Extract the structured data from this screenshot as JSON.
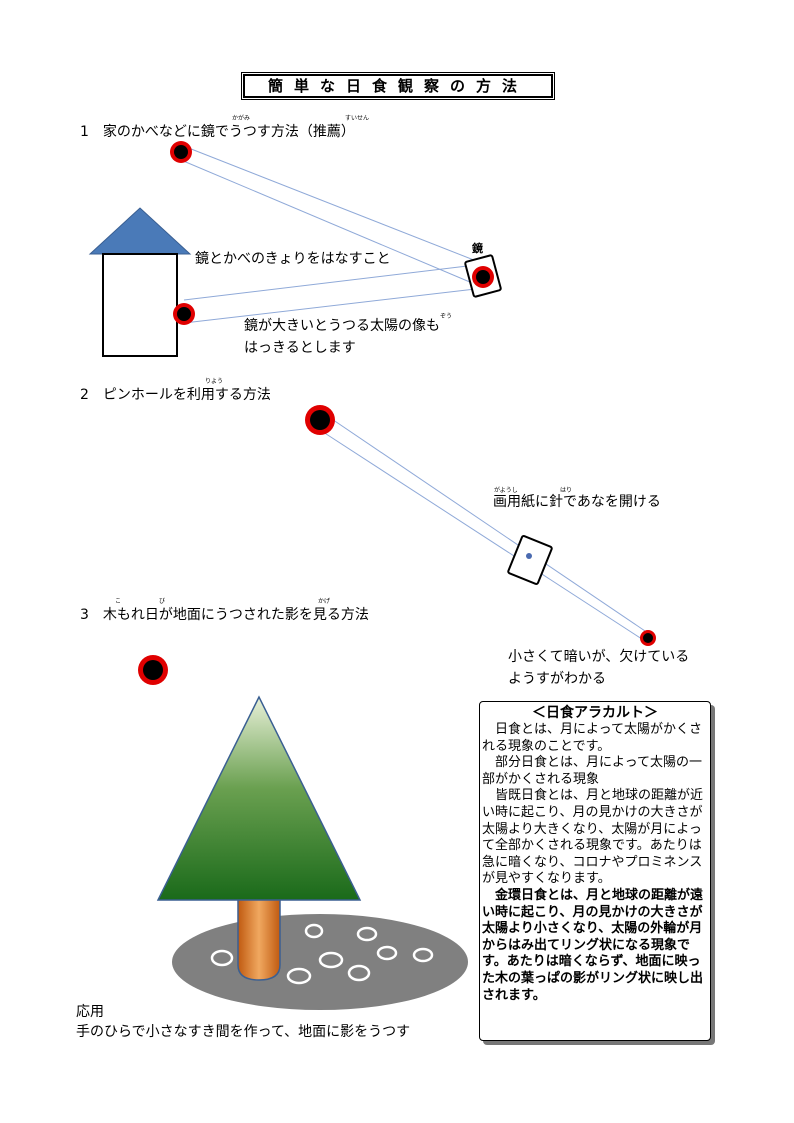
{
  "title": "簡単な日食観察の方法",
  "section1": {
    "heading": "1　家のかべなどに鏡でうつす方法（推薦）",
    "note_distance": "鏡とかべのきょりをはなすこと",
    "mirror_label": "鏡",
    "note_image_1": "鏡が大きいとうつる太陽の像も",
    "note_image_2": "はっきるとします",
    "ruby_mirror": "かがみ",
    "ruby_recommend": "すいせん",
    "ruby_image": "ぞう"
  },
  "section2": {
    "heading": "2　ピンホールを利用する方法",
    "note_paper": "画用紙に針であなを開ける",
    "note_result_1": "小さくて暗いが、欠けている",
    "note_result_2": "ようすがわかる",
    "ruby_use": "りよう",
    "ruby_paper": "がようし",
    "ruby_needle": "はり"
  },
  "section3": {
    "heading": "3　木もれ日が地面にうつされた影を見る方法",
    "ruby_tree": "こ",
    "ruby_sun": "び",
    "ruby_shadow": "かげ"
  },
  "application": {
    "label": "応用",
    "text": "手のひらで小さなすき間を作って、地面に影をうつす"
  },
  "aracarte": {
    "title": "＜日食アラカルト＞",
    "p1": "日食とは、月によって太陽がかくされる現象のことです。",
    "p2": "部分日食とは、月によって太陽の一部がかくされる現象",
    "p3": "皆既日食とは、月と地球の距離が近い時に起こり、月の見かけの大きさが太陽より大きくなり、太陽が月によって全部かくされる現象です。あたりは急に暗くなり、コロナやプロミネンスが見やすくなります。",
    "p4": "金環日食とは、月と地球の距離が遠い時に起こり、月の見かけの大きさが太陽より小さくなり、太陽の外輪が月からはみ出てリング状になる現象です。あたりは暗くならず、地面に映った木の葉っぱの影がリング状に映し出されます。"
  }
}
